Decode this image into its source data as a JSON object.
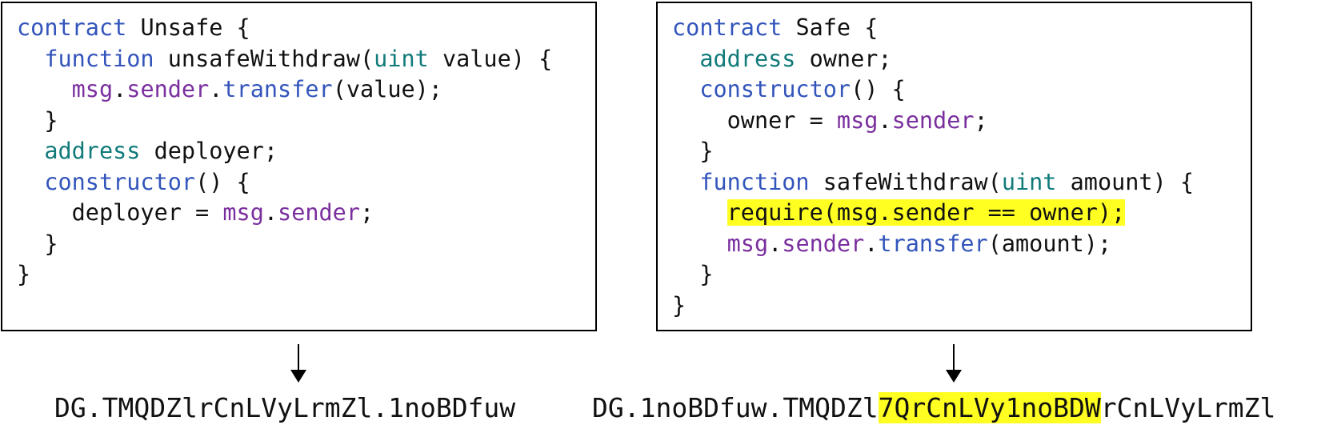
{
  "left": {
    "lines": [
      [
        {
          "t": "contract",
          "c": "kw"
        },
        {
          "t": " Unsafe {",
          "c": "plain"
        }
      ],
      [
        {
          "t": "  ",
          "c": "plain"
        },
        {
          "t": "function",
          "c": "kw"
        },
        {
          "t": " unsafeWithdraw(",
          "c": "plain"
        },
        {
          "t": "uint",
          "c": "typ"
        },
        {
          "t": " value) {",
          "c": "plain"
        }
      ],
      [
        {
          "t": "    ",
          "c": "plain"
        },
        {
          "t": "msg",
          "c": "obj"
        },
        {
          "t": ".",
          "c": "plain"
        },
        {
          "t": "sender",
          "c": "obj"
        },
        {
          "t": ".",
          "c": "plain"
        },
        {
          "t": "transfer",
          "c": "kw"
        },
        {
          "t": "(value);",
          "c": "plain"
        }
      ],
      [
        {
          "t": "  }",
          "c": "plain"
        }
      ],
      [
        {
          "t": "  ",
          "c": "plain"
        },
        {
          "t": "address",
          "c": "typ"
        },
        {
          "t": " deployer;",
          "c": "plain"
        }
      ],
      [
        {
          "t": "  ",
          "c": "plain"
        },
        {
          "t": "constructor",
          "c": "kw"
        },
        {
          "t": "() {",
          "c": "plain"
        }
      ],
      [
        {
          "t": "    deployer = ",
          "c": "plain"
        },
        {
          "t": "msg",
          "c": "obj"
        },
        {
          "t": ".",
          "c": "plain"
        },
        {
          "t": "sender",
          "c": "obj"
        },
        {
          "t": ";",
          "c": "plain"
        }
      ],
      [
        {
          "t": "  }",
          "c": "plain"
        }
      ],
      [
        {
          "t": "}",
          "c": "plain"
        }
      ]
    ],
    "output": [
      {
        "t": "DG.TMQDZlrCnLVyLrmZl.1noBDfuw",
        "hl": false
      }
    ]
  },
  "right": {
    "lines": [
      [
        {
          "t": "contract",
          "c": "kw"
        },
        {
          "t": " Safe {",
          "c": "plain"
        }
      ],
      [
        {
          "t": "  ",
          "c": "plain"
        },
        {
          "t": "address",
          "c": "typ"
        },
        {
          "t": " owner;",
          "c": "plain"
        }
      ],
      [
        {
          "t": "  ",
          "c": "plain"
        },
        {
          "t": "constructor",
          "c": "kw"
        },
        {
          "t": "() {",
          "c": "plain"
        }
      ],
      [
        {
          "t": "    owner = ",
          "c": "plain"
        },
        {
          "t": "msg",
          "c": "obj"
        },
        {
          "t": ".",
          "c": "plain"
        },
        {
          "t": "sender",
          "c": "obj"
        },
        {
          "t": ";",
          "c": "plain"
        }
      ],
      [
        {
          "t": "  }",
          "c": "plain"
        }
      ],
      [
        {
          "t": "  ",
          "c": "plain"
        },
        {
          "t": "function",
          "c": "kw"
        },
        {
          "t": " safeWithdraw(",
          "c": "plain"
        },
        {
          "t": "uint",
          "c": "typ"
        },
        {
          "t": " amount) {",
          "c": "plain"
        }
      ],
      [
        {
          "t": "    ",
          "c": "plain"
        },
        {
          "t": "require(msg.sender == owner);",
          "c": "hl"
        }
      ],
      [
        {
          "t": "    ",
          "c": "plain"
        },
        {
          "t": "msg",
          "c": "obj"
        },
        {
          "t": ".",
          "c": "plain"
        },
        {
          "t": "sender",
          "c": "obj"
        },
        {
          "t": ".",
          "c": "plain"
        },
        {
          "t": "transfer",
          "c": "kw"
        },
        {
          "t": "(amount);",
          "c": "plain"
        }
      ],
      [
        {
          "t": "  }",
          "c": "plain"
        }
      ],
      [
        {
          "t": "}",
          "c": "plain"
        }
      ]
    ],
    "output": [
      {
        "t": "DG.1noBDfuw.TMQDZl",
        "hl": false
      },
      {
        "t": "7QrCnLVy1noBDW",
        "hl": true
      },
      {
        "t": "rCnLVyLrmZl",
        "hl": false
      }
    ]
  },
  "colors": {
    "keyword": "#3355bb",
    "type": "#117a7a",
    "object": "#7a2f9e",
    "highlight": "#ffff22"
  }
}
